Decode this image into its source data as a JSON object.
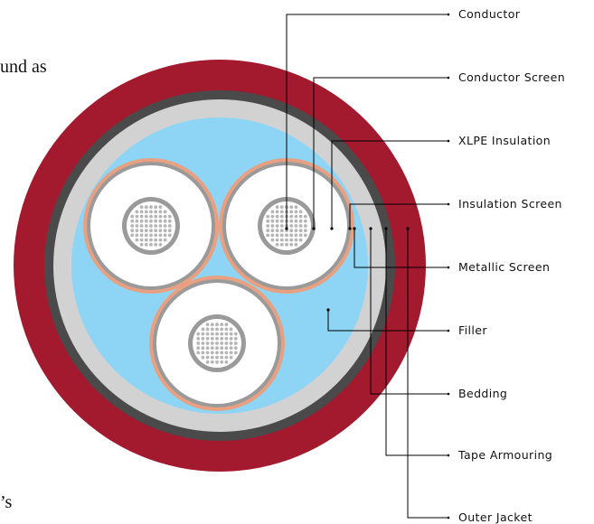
{
  "fragments": {
    "top_left": "und as",
    "bottom_left": "’s"
  },
  "labels": [
    "Conductor",
    "Conductor Screen",
    "XLPE Insulation",
    "Insulation Screen",
    "Metallic Screen",
    "Filler",
    "Bedding",
    "Tape Armouring",
    "Outer Jacket"
  ],
  "colors": {
    "outer_jacket": "#a3192e",
    "tape_armouring": "#4a4a4a",
    "bedding": "#d2d2d2",
    "filler": "#8ed5f5",
    "metallic_screen": "#e8a080",
    "insulation_screen": "#9a9a9a",
    "xlpe_insulation": "#ffffff",
    "conductor_screen": "#9a9a9a",
    "conductor": "#ffffff",
    "conductor_strands": "#b5b5b5"
  }
}
